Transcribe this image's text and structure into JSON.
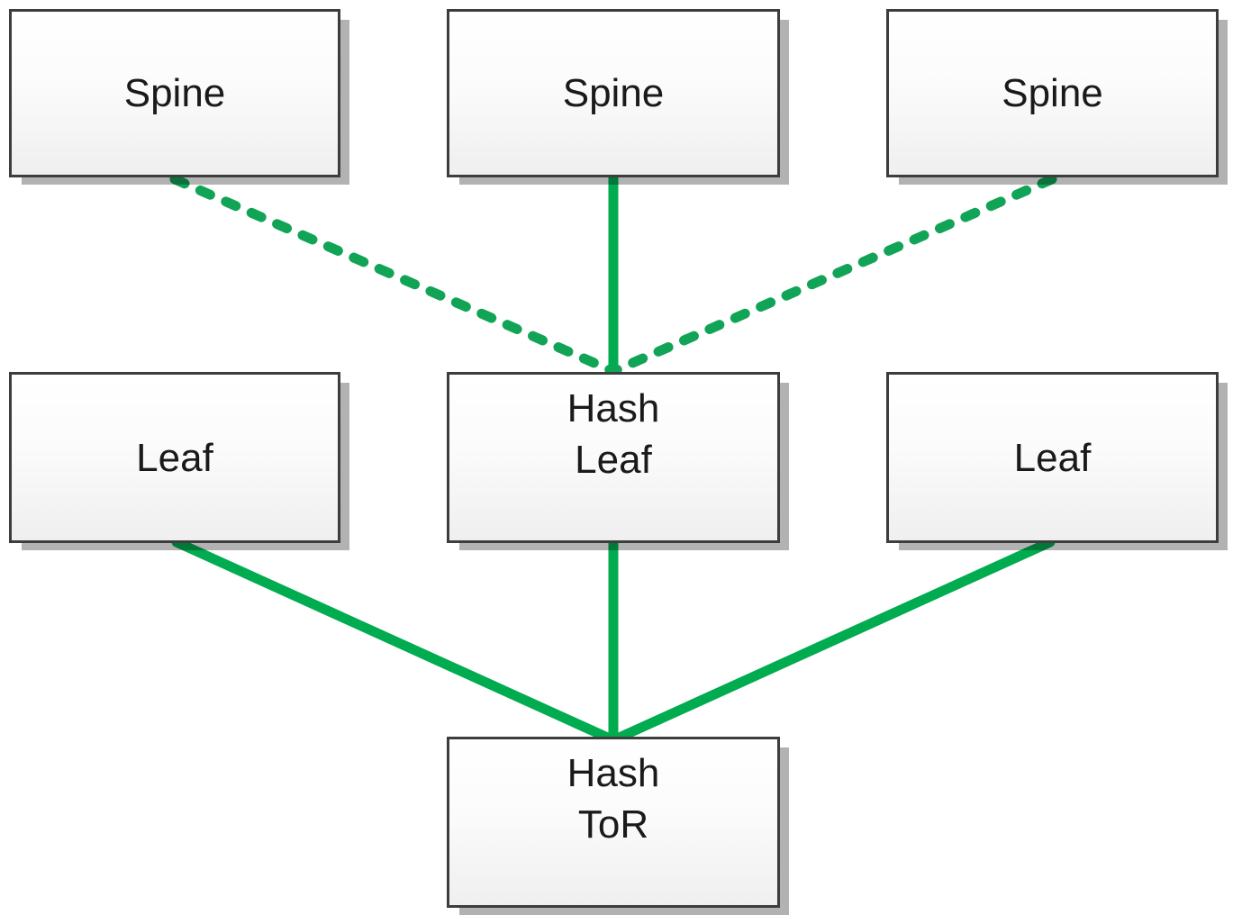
{
  "diagram": {
    "type": "network-topology",
    "nodes": {
      "spine_left": {
        "label": "Spine"
      },
      "spine_mid": {
        "label": "Spine"
      },
      "spine_right": {
        "label": "Spine"
      },
      "leaf_left": {
        "label": "Leaf"
      },
      "hash_leaf": {
        "lines": [
          "Hash",
          "Leaf"
        ]
      },
      "leaf_right": {
        "label": "Leaf"
      },
      "hash_tor": {
        "lines": [
          "Hash",
          "ToR"
        ]
      }
    },
    "edges": [
      {
        "from": "spine_left",
        "to": "hash_leaf",
        "style": "dashed"
      },
      {
        "from": "spine_mid",
        "to": "hash_leaf",
        "style": "solid"
      },
      {
        "from": "spine_right",
        "to": "hash_leaf",
        "style": "dashed"
      },
      {
        "from": "leaf_left",
        "to": "hash_tor",
        "style": "solid"
      },
      {
        "from": "hash_leaf",
        "to": "hash_tor",
        "style": "solid"
      },
      {
        "from": "leaf_right",
        "to": "hash_tor",
        "style": "solid"
      }
    ],
    "colors": {
      "connector_solid": "#00AC4F",
      "connector_dashed": "#12A456",
      "node_border": "#3D3D3D",
      "node_fill_top": "#FFFFFF",
      "node_fill_bottom": "#EFEFEF",
      "text_color": "#1A1A1A"
    }
  }
}
